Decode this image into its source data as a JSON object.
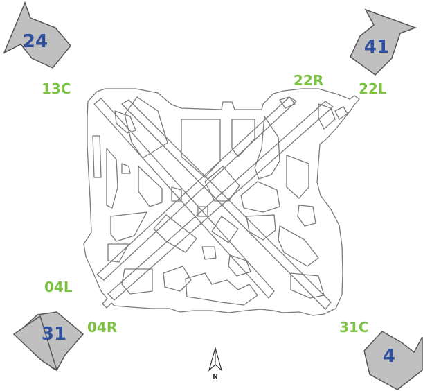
{
  "colors": {
    "arrow_fill": "#c0c0c0",
    "arrow_stroke": "#555555",
    "arrow_text": "#2f4f9f",
    "runway_label": "#7cc242",
    "airport_outline": "#7a7a7a"
  },
  "arrows": [
    {
      "id": "nw",
      "label": "24"
    },
    {
      "id": "ne",
      "label": "41"
    },
    {
      "id": "sw",
      "label": "31"
    },
    {
      "id": "se",
      "label": "4"
    }
  ],
  "runway_labels": {
    "r13c": "13C",
    "r22r": "22R",
    "r22l": "22L",
    "r04l": "04L",
    "r04r": "04R",
    "r31c": "31C"
  },
  "compass": {
    "label": "N",
    "icon": "north-arrow-icon"
  }
}
